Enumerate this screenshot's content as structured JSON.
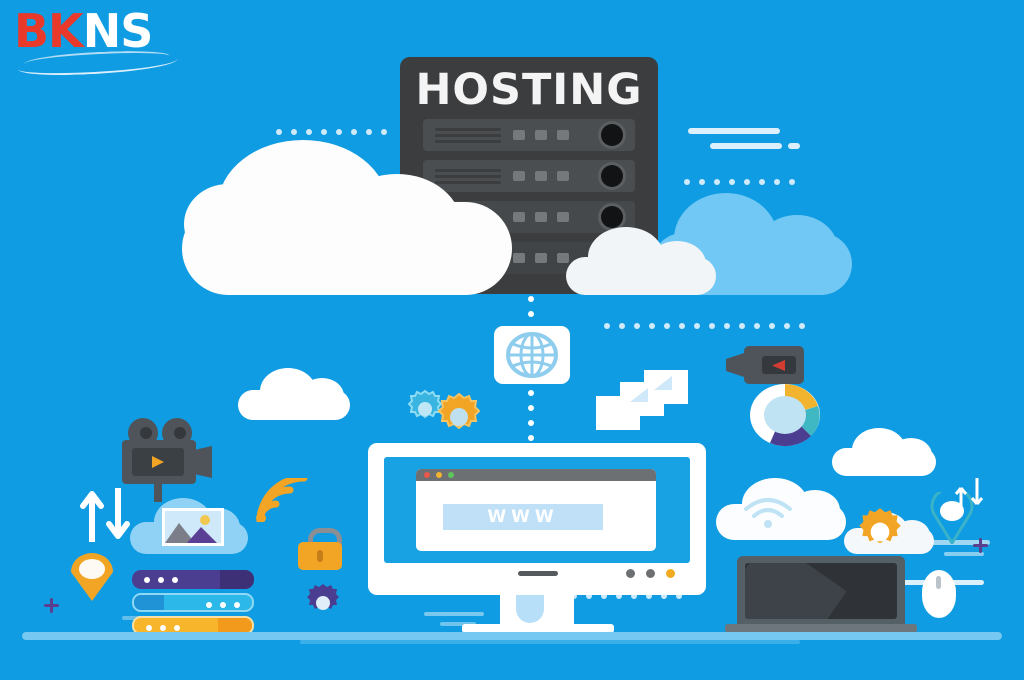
{
  "brand": {
    "name_part1": "BK",
    "name_part2": "NS",
    "colors": {
      "red": "#e8392b",
      "white": "#ffffff",
      "background": "#109ce2"
    }
  },
  "server": {
    "title": "HOSTING",
    "bay_count": 4,
    "body_color": "#3b3d3f",
    "bay_color": "#4b4e50"
  },
  "monitor": {
    "browser_title_dots": [
      "#e8574a",
      "#f2b32e",
      "#5fc45a"
    ],
    "address_text": "WWW",
    "address_bar_color": "#bfe0f6",
    "screen_color": "#18a2e3",
    "indicator_dots": [
      "#6d7073",
      "#6d7073",
      "#f0ac1e"
    ]
  },
  "globe_card": {
    "icon": "globe-icon",
    "color": "#8fcdee"
  },
  "icons": {
    "movie_camera": "movie-camera-icon",
    "transfer_arrows": "up-down-arrows-icon",
    "location_pin_orange": "location-pin-icon",
    "location_pin_teal": "location-pin-icon",
    "photo_cloud": "cloud-photo-icon",
    "wifi_orange": "wifi-icon",
    "wifi_cloud": "cloud-wifi-icon",
    "padlock": "lock-icon",
    "gear_purple": "gear-icon",
    "gear_orange": "gear-icon",
    "gear_teal": "gear-icon",
    "files_stack": "files-stack-icon",
    "video_camera": "video-camera-icon",
    "donut_chart": "donut-chart-icon",
    "laptop": "laptop-icon",
    "mouse": "mouse-icon",
    "sparkle": "sparkle-icon"
  },
  "server_bars": [
    {
      "name": "server-bar-purple",
      "color": "#4b3d8f",
      "cap": "#3d3076",
      "dots_side": "left"
    },
    {
      "name": "server-bar-blue",
      "color": "#2cb8e8",
      "cap": "#1f93d6",
      "dots_side": "right"
    },
    {
      "name": "server-bar-orange",
      "color": "#f7b52c",
      "cap": "#f29a1c",
      "dots_side": "left"
    }
  ],
  "donut_segments": [
    {
      "label": "orange",
      "color": "#f2b32e"
    },
    {
      "label": "teal",
      "color": "#3fb8c4"
    },
    {
      "label": "purple",
      "color": "#4b3d8f"
    },
    {
      "label": "light",
      "color": "#ffffff"
    }
  ],
  "palette": {
    "sky": "#109ce2",
    "cloud_white": "#ffffff",
    "cloud_blue": "#72c8f4",
    "ground": "#74c8f2",
    "orange": "#f2a525",
    "purple": "#4b3d8f",
    "dark": "#3b3d3f"
  }
}
